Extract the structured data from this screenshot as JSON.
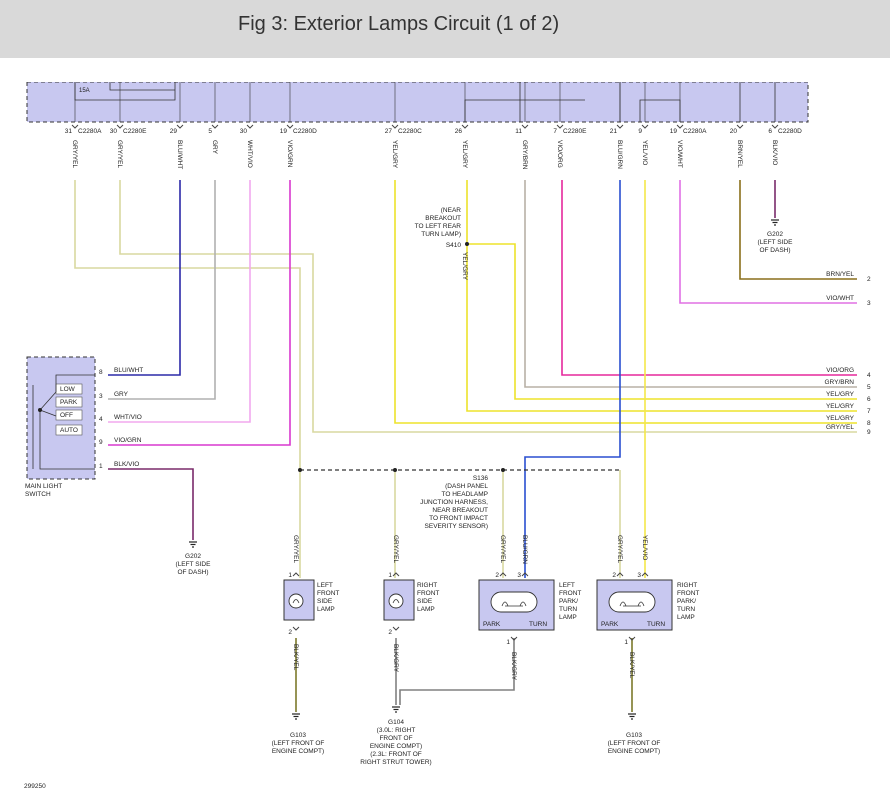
{
  "header": {
    "title": "Fig 3: Exterior Lamps Circuit (1 of 2)"
  },
  "colors": {
    "gry_yel": "#d9d8a0",
    "blu_wht": "#2c2aa8",
    "gry": "#b0b0b0",
    "wht_vio": "#f2a8ee",
    "vio_grn": "#d938cf",
    "yel_gry": "#ede32b",
    "gry_brn": "#b8b0a6",
    "vio_org": "#e5289c",
    "blu_grn": "#2a4fd0",
    "yel_vio": "#f4e84a",
    "vio_wht": "#e070e4",
    "brn_yel": "#8a6f1c",
    "blk_vio": "#7a2a6a",
    "blk_yel": "#7c7a2a",
    "blk_gry": "#808080",
    "box": "#c8c8f0"
  },
  "top_box": {
    "fuse": "15A"
  },
  "pins": [
    {
      "num": "31",
      "conn": "C2280A",
      "wire": "GRY/YEL"
    },
    {
      "num": "30",
      "conn": "C2280E",
      "wire": "GRY/YEL"
    },
    {
      "num": "29",
      "conn": "",
      "wire": "BLU/WHT"
    },
    {
      "num": "5",
      "conn": "",
      "wire": "GRY"
    },
    {
      "num": "30",
      "conn": "",
      "wire": "WHT/VIO"
    },
    {
      "num": "19",
      "conn": "C2280D",
      "wire": "VIO/GRN"
    },
    {
      "num": "27",
      "conn": "C2280C",
      "wire": "YEL/GRY"
    },
    {
      "num": "26",
      "conn": "",
      "wire": "YEL/GRY"
    },
    {
      "num": "11",
      "conn": "",
      "wire": "GRY/BRN"
    },
    {
      "num": "7",
      "conn": "C2280E",
      "wire": "VIO/ORG"
    },
    {
      "num": "21",
      "conn": "",
      "wire": "BLU/GRN"
    },
    {
      "num": "9",
      "conn": "",
      "wire": "YEL/VIO"
    },
    {
      "num": "19",
      "conn": "C2280A",
      "wire": "VIO/WHT"
    },
    {
      "num": "20",
      "conn": "",
      "wire": "BRN/YEL"
    },
    {
      "num": "6",
      "conn": "C2280D",
      "wire": "BLK/VIO"
    }
  ],
  "splice_s410": {
    "note_lines": [
      "(NEAR",
      "BREAKOUT",
      "TO LEFT REAR",
      "TURN LAMP)"
    ],
    "id": "S410"
  },
  "g202_top": {
    "lines": [
      "G202",
      "(LEFT SIDE",
      "OF DASH)"
    ]
  },
  "right_refs": [
    {
      "wire": "BRN/YEL",
      "num": "2"
    },
    {
      "wire": "VIO/WHT",
      "num": "3"
    },
    {
      "wire": "VIO/ORG",
      "num": "4"
    },
    {
      "wire": "GRY/BRN",
      "num": "5"
    },
    {
      "wire": "YEL/GRY",
      "num": "6"
    },
    {
      "wire": "YEL/GRY",
      "num": "7"
    },
    {
      "wire": "YEL/GRY",
      "num": "8"
    },
    {
      "wire": "GRY/YEL",
      "num": "9"
    }
  ],
  "switch": {
    "positions": [
      "LOW",
      "PARK",
      "OFF",
      "AUTO"
    ],
    "label_lines": [
      "MAIN LIGHT",
      "SWITCH"
    ],
    "pins": [
      {
        "num": "8",
        "wire": "BLU/WHT"
      },
      {
        "num": "3",
        "wire": "GRY"
      },
      {
        "num": "4",
        "wire": "WHT/VIO"
      },
      {
        "num": "9",
        "wire": "VIO/GRN"
      },
      {
        "num": "1",
        "wire": "BLK/VIO"
      }
    ]
  },
  "g202_bottom": {
    "lines": [
      "G202",
      "(LEFT SIDE",
      "OF DASH)"
    ]
  },
  "splice_s136": {
    "lines": [
      "S136",
      "(DASH PANEL",
      "TO HEADLAMP",
      "JUNCTION HARNESS,",
      "NEAR BREAKOUT",
      "TO FRONT IMPACT",
      "SEVERITY SENSOR)"
    ]
  },
  "lamps": {
    "left_side": {
      "lines": [
        "LEFT",
        "FRONT",
        "SIDE",
        "LAMP"
      ],
      "top_wire": "GRY/YEL",
      "top_pin": "1",
      "bottom_pin": "2",
      "bottom_wire": "BLK/YEL"
    },
    "right_side": {
      "lines": [
        "RIGHT",
        "FRONT",
        "SIDE",
        "LAMP"
      ],
      "top_wire": "GRY/YEL",
      "top_pin": "1",
      "bottom_pin": "2",
      "bottom_wire": "BLK/GRY"
    },
    "left_park": {
      "lines": [
        "LEFT",
        "FRONT",
        "PARK/",
        "TURN",
        "LAMP"
      ],
      "wires": [
        "GRY/YEL",
        "BLU/GRN"
      ],
      "pins": [
        "2",
        "3"
      ],
      "bottom_pin": "1",
      "bottom_wire": "BLK/GRY",
      "park": "PARK",
      "turn": "TURN"
    },
    "right_park": {
      "lines": [
        "RIGHT",
        "FRONT",
        "PARK/",
        "TURN",
        "LAMP"
      ],
      "wires": [
        "GRY/YEL",
        "YEL/VIO"
      ],
      "pins": [
        "2",
        "3"
      ],
      "bottom_pin": "1",
      "bottom_wire": "BLK/YEL",
      "park": "PARK",
      "turn": "TURN"
    }
  },
  "grounds": {
    "g103_left": {
      "lines": [
        "G103",
        "(LEFT FRONT OF",
        "ENGINE COMPT)"
      ]
    },
    "g104": {
      "lines": [
        "G104",
        "(3.0L: RIGHT",
        "FRONT OF",
        "ENGINE COMPT)",
        "(2.3L: FRONT OF",
        "RIGHT STRUT TOWER)"
      ]
    },
    "g103_right": {
      "lines": [
        "G103",
        "(LEFT FRONT OF",
        "ENGINE COMPT)"
      ]
    }
  },
  "figure_number": "299250"
}
